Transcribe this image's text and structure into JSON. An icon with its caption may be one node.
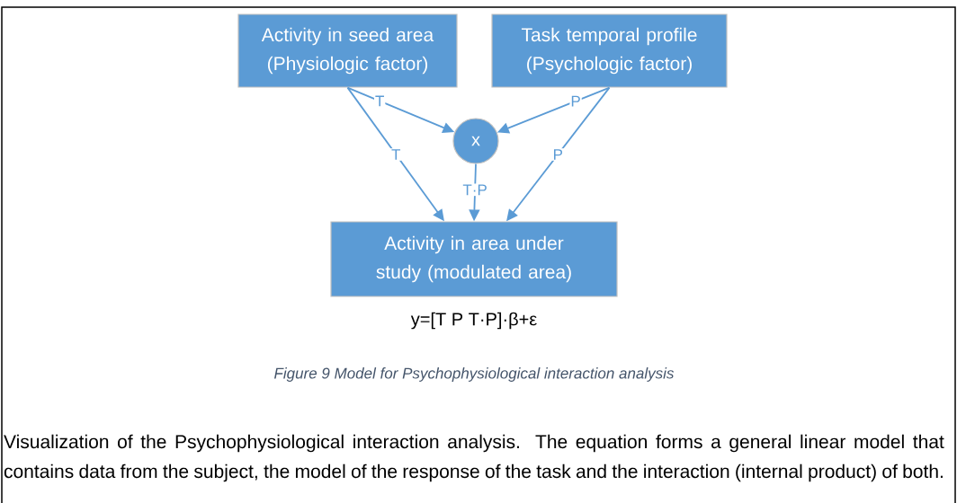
{
  "diagram": {
    "caption": "Figure 9 Model for Psychophysiological interaction analysis",
    "nodes": [
      {
        "text": [
          "Activity in seed area (Physiologic factor)"
        ]
      },
      {
        "text": [
          "Task temporal profile (Psychologic factor)"
        ]
      },
      {
        "text": [
          "x"
        ]
      },
      {
        "text": [
          "Activity in area under study (modulated area)"
        ]
      }
    ],
    "edges": [
      {
        "from": 0,
        "to": 2,
        "arrow": "to",
        "label": "T"
      },
      {
        "from": 0,
        "to": 3,
        "arrow": "to",
        "label": "T"
      },
      {
        "from": 1,
        "to": 2,
        "arrow": "to",
        "label": "P"
      },
      {
        "from": 1,
        "to": 3,
        "arrow": "to",
        "label": "P"
      },
      {
        "from": 2,
        "to": 3,
        "arrow": "to",
        "label": "T·P"
      }
    ],
    "labels": [
      "y=[T P T·P]·β+ε",
      "Visualization of the Psychophysiological interaction analysis. The equation forms a general linear model that contains data from the subject, the model of the response of the task and the interaction (internal product) of both."
    ]
  }
}
